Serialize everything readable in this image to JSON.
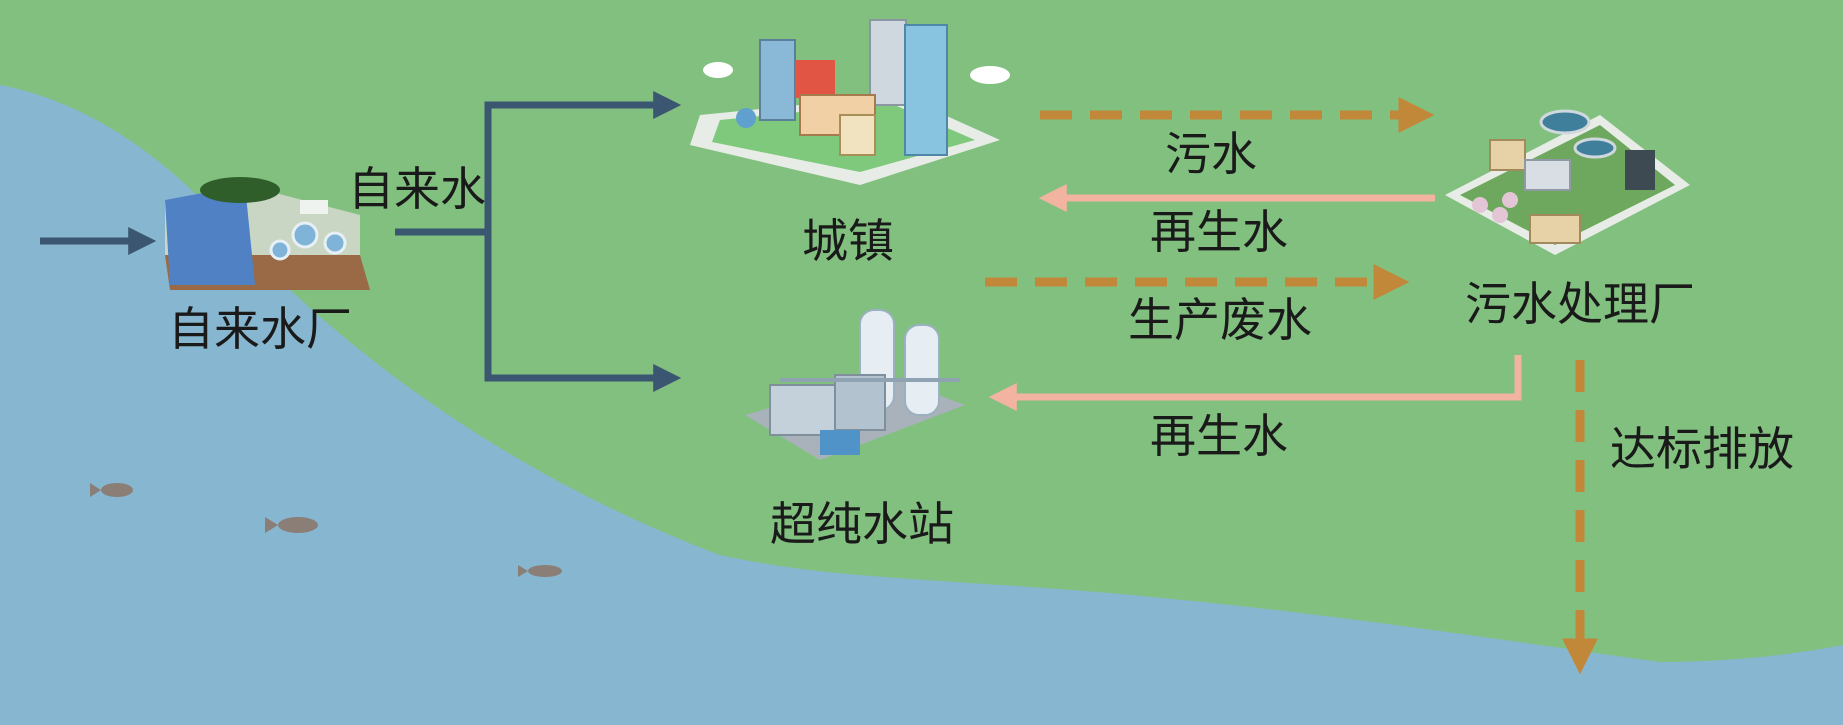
{
  "colors": {
    "water": "#87b6d0",
    "land": "#82c080",
    "supply_arrow": "#3b5671",
    "waste_arrow": "#c2883a",
    "reuse_arrow": "#f2b4a0",
    "fish": "#8a7e76"
  },
  "nodes": {
    "waterworks": {
      "label": "自来水厂",
      "icon": "waterworks-icon"
    },
    "town": {
      "label": "城镇",
      "icon": "town-icon"
    },
    "ultrapure_station": {
      "label": "超纯水站",
      "icon": "ultrapure-station-icon"
    },
    "treatment_plant": {
      "label": "污水处理厂",
      "icon": "treatment-plant-icon"
    }
  },
  "flows": {
    "tap_water": "自来水",
    "sewage": "污水",
    "reclaimed_to_town": "再生水",
    "production_wastewater": "生产废水",
    "reclaimed_to_station": "再生水",
    "compliant_discharge": "达标排放"
  }
}
